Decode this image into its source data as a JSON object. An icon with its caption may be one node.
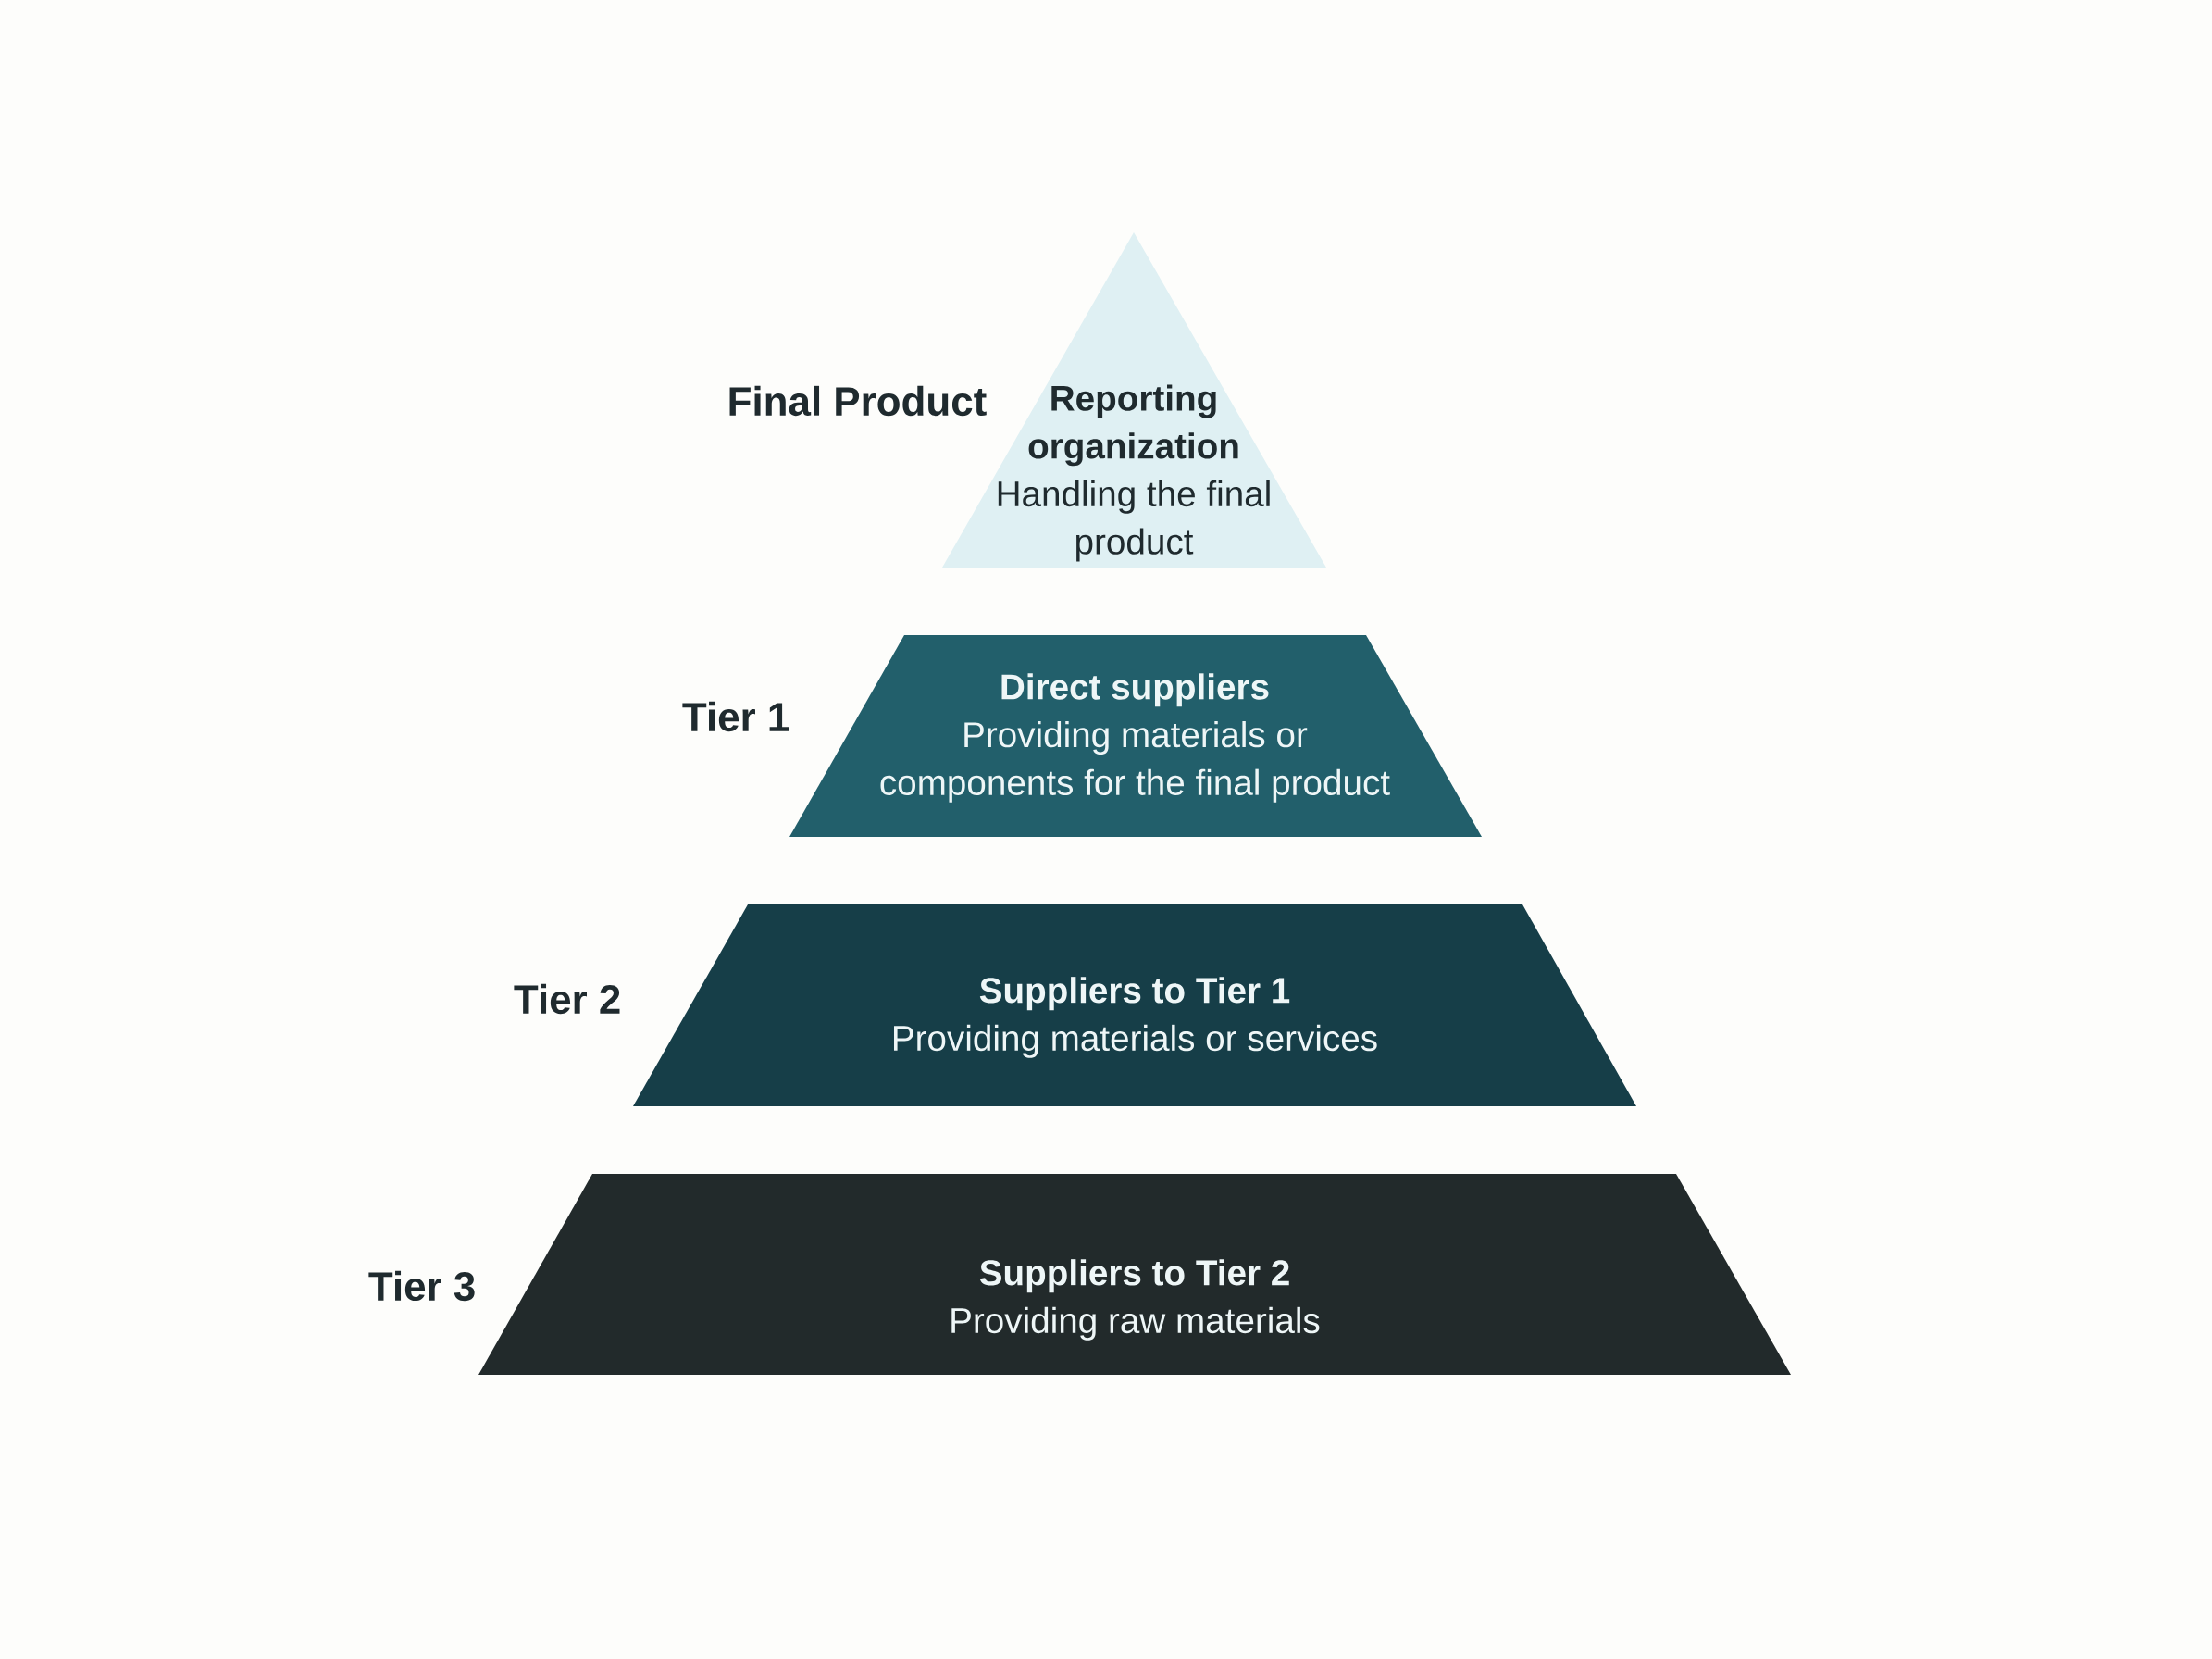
{
  "diagram": {
    "nodes": [
      {
        "text": [
          "Reporting organization",
          "Handling the final product"
        ],
        "beside": [
          "Final Product"
        ]
      },
      {
        "text": [
          "Direct suppliers",
          "Providing materials or components for the final product"
        ],
        "beside": [
          "Tier 1"
        ]
      },
      {
        "text": [
          "Suppliers to Tier 1",
          "Providing materials or services"
        ],
        "beside": [
          "Tier 2"
        ]
      },
      {
        "text": [
          "Suppliers to Tier 2",
          "Providing raw materials"
        ],
        "beside": [
          "Tier 3"
        ]
      }
    ]
  }
}
